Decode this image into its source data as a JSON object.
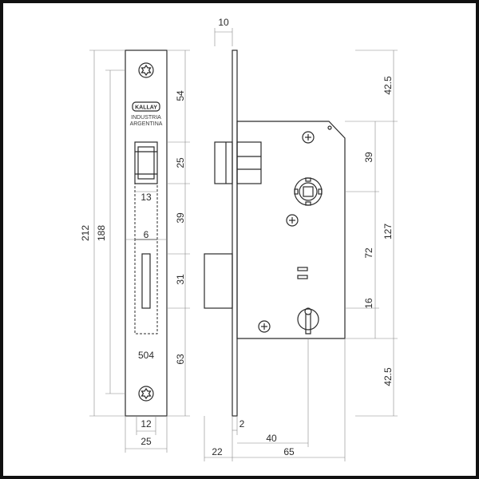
{
  "front_plate": {
    "brand": "KALLAY",
    "line1": "INDUSTRIA",
    "line2": "ARGENTINA",
    "model": "504",
    "dims": {
      "total_height": "212",
      "screw_spacing": "188",
      "top_to_latch": "54",
      "latch_height": "25",
      "latch_width": "13",
      "gap": "39",
      "bolt_width": "6",
      "bolt_height": "31",
      "bottom": "63",
      "inner_width": "12",
      "plate_width": "25"
    }
  },
  "side_view": {
    "dims": {
      "faceplate_thickness": "10",
      "top_offset": "42.5",
      "latch_to_follower": "39",
      "body_height": "127",
      "follower_to_key": "72",
      "key_to_bottom": "16",
      "bottom_offset": "42.5",
      "plate_thin": "2",
      "backset": "40",
      "latch_projection": "22",
      "body_depth": "65"
    }
  }
}
